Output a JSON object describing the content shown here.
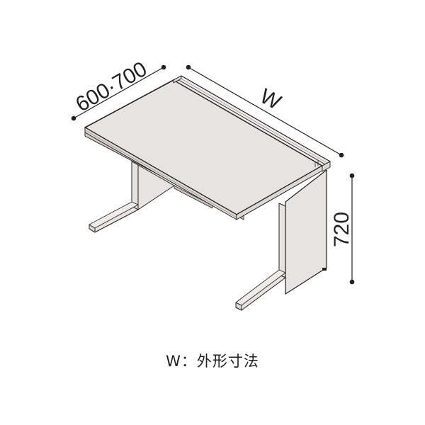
{
  "diagram": {
    "subject": "office desk (isometric view)",
    "dimensions": {
      "depth_label": "600·700",
      "width_label": "W",
      "height_label": "720"
    },
    "caption": {
      "text": "W：外形寸法"
    },
    "colors": {
      "line": "#231f20",
      "surface": "#e6e3e1",
      "surface_side": "#dcd8d5",
      "edge": "#c9c3bf",
      "background": "#ffffff"
    }
  }
}
